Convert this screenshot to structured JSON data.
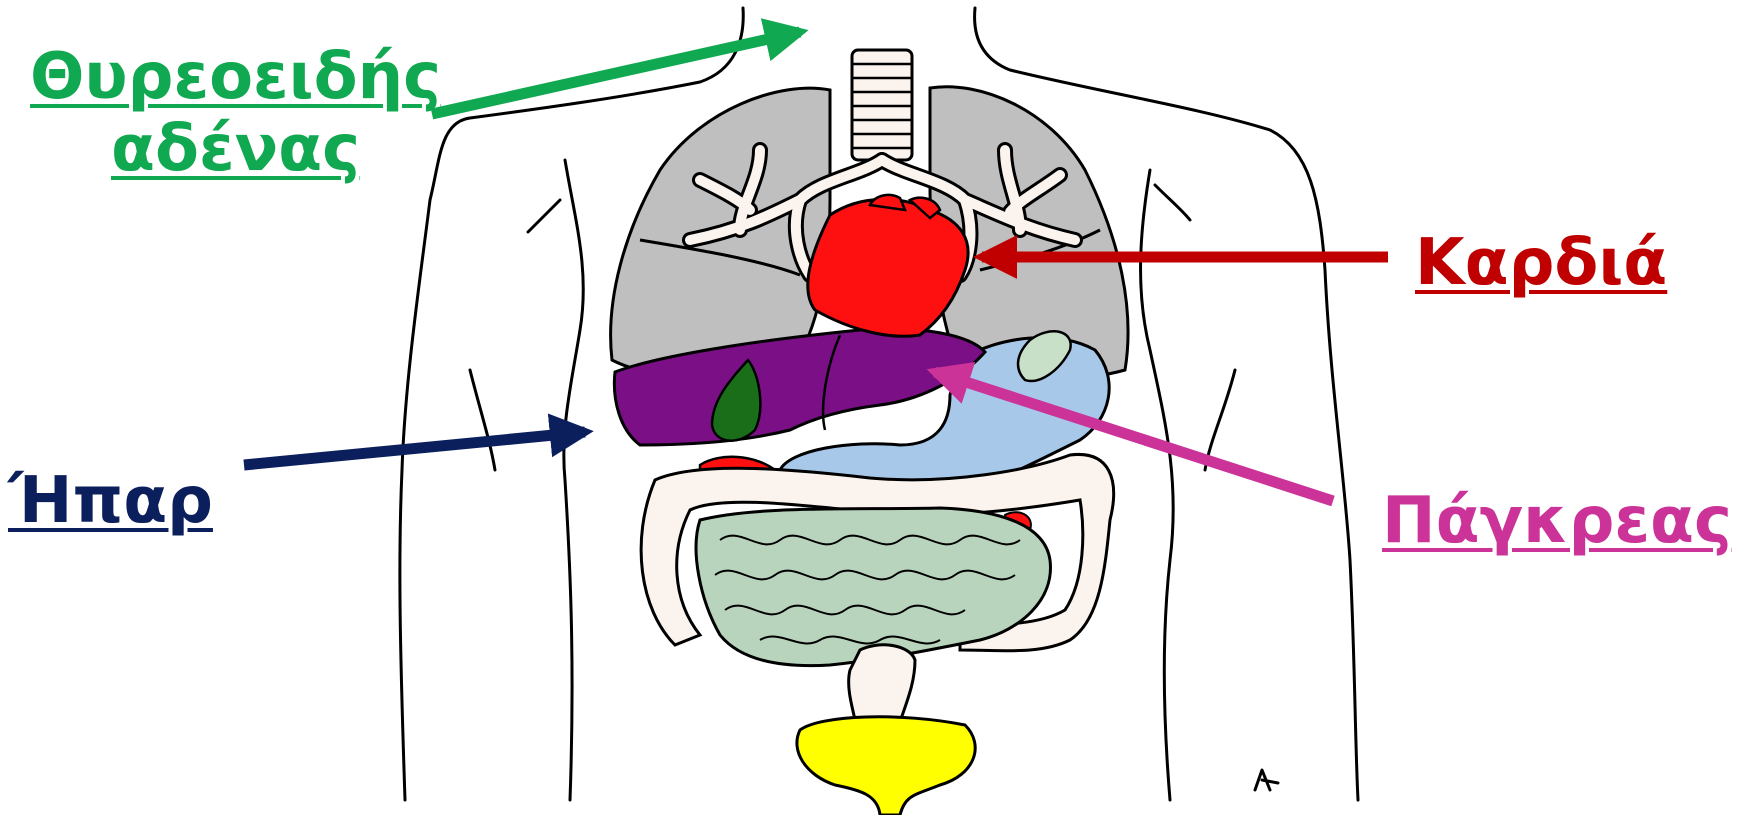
{
  "colors": {
    "thyroid": "#10a850",
    "heart": "#c00000",
    "liver": "#0b1f5c",
    "pancreas": "#cc3399",
    "lung": "#bfbfbf",
    "heart_fill": "#ff1010",
    "liver_fill": "#7a0f86",
    "gallbladder": "#1a6e1a",
    "stomach": "#a8c8ea",
    "intestine": "#b8d4bc",
    "colon": "#fbf4ee",
    "bladder": "#ffff00",
    "outline": "#000000"
  },
  "labels": {
    "thyroid_line1": "Θυρεοειδής",
    "thyroid_line2": "αδένας",
    "heart": "Καρδιά",
    "liver": "Ήπαρ",
    "pancreas": "Πάγκρεας"
  },
  "icons": {
    "arrow": "arrow-icon"
  }
}
